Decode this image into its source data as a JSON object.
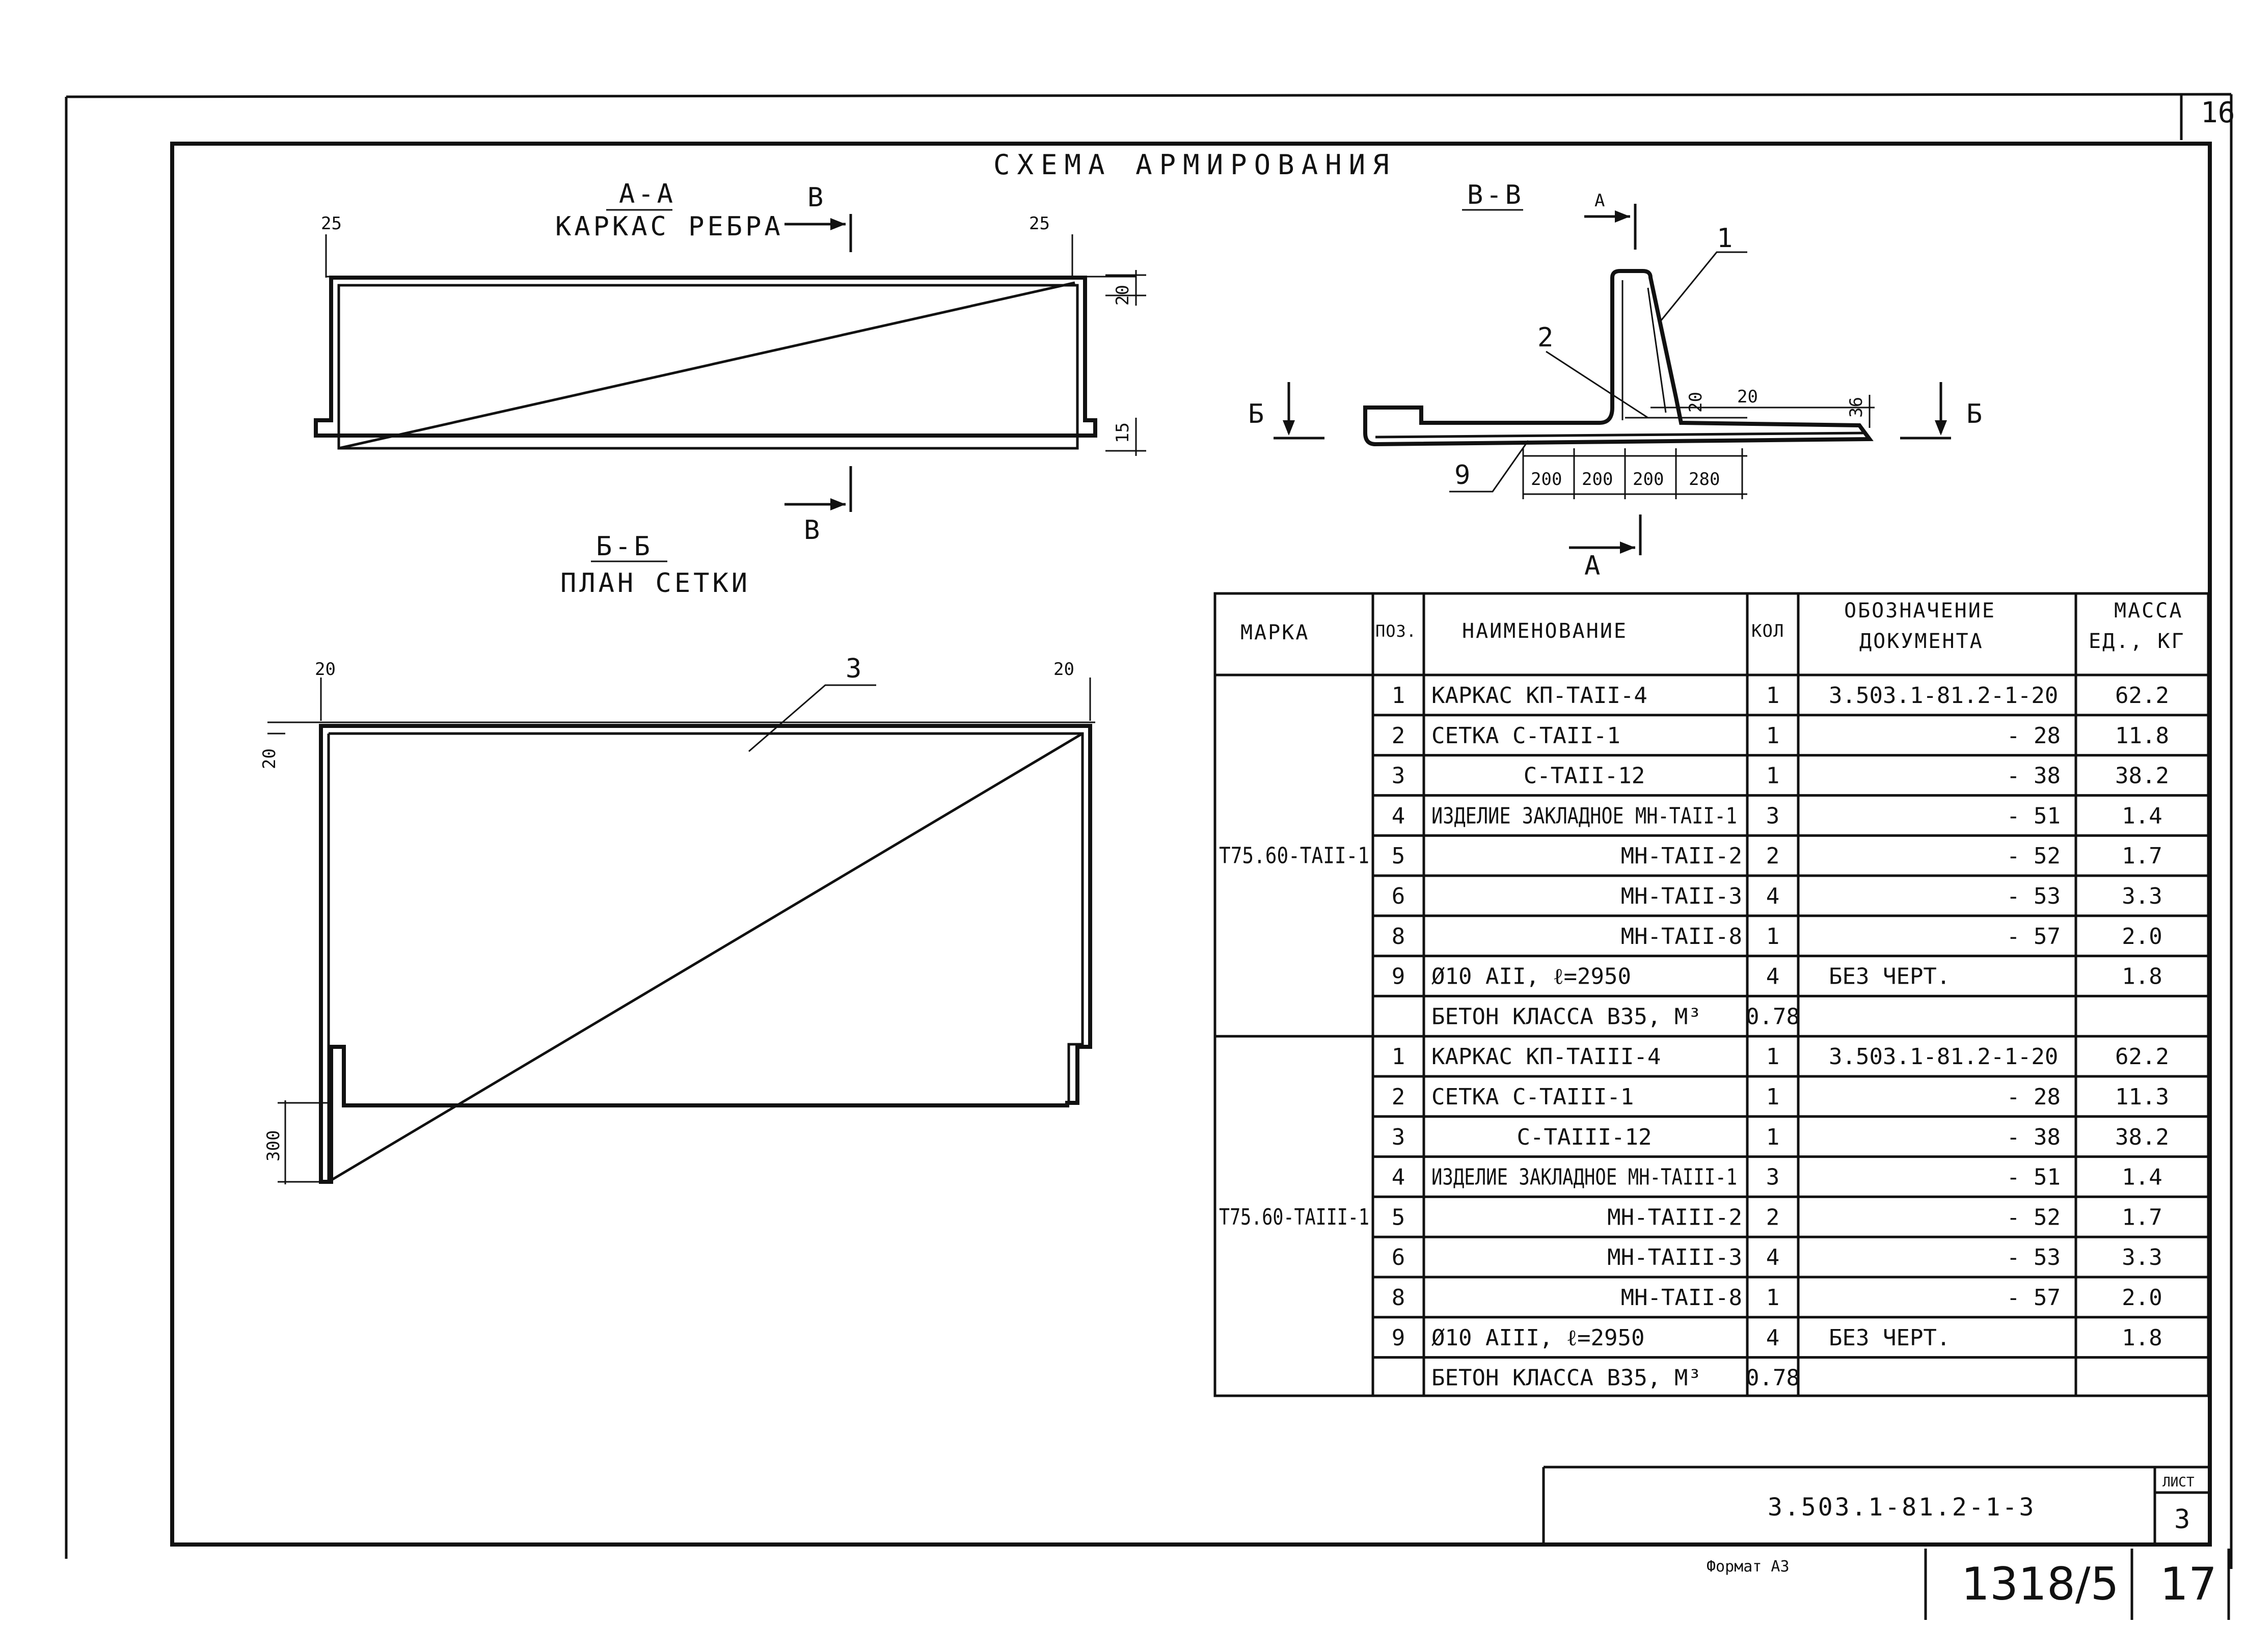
{
  "sheet": {
    "corner_number": "16",
    "title": "СХЕМА АРМИРОВАНИЯ",
    "doc_code": "3.503.1-81.2-1-3",
    "sheet_label": "ЛИСТ",
    "sheet_no": "3",
    "format_note": "Формат А3",
    "archive_no": "1318/5",
    "page_no": "17"
  },
  "section_aa": {
    "label": "А-А",
    "caption": "КАРКАС РЕБРА",
    "cut_letter": "В",
    "dim_left": "25",
    "dim_right": "25",
    "dim_top": "20",
    "dim_bottom": "15"
  },
  "section_bb_plan": {
    "label": "Б-Б",
    "caption": "ПЛАН СЕТКИ",
    "dim_left": "20",
    "dim_right": "20",
    "dim_top": "20",
    "dim_bottom": "300",
    "callout": "3"
  },
  "section_vv": {
    "label": "В-В",
    "cut_letter_a": "А",
    "cut_letter_b": "Б",
    "callout_1": "1",
    "callout_2": "2",
    "callout_9": "9",
    "dim_a": "20",
    "dim_b": "20",
    "dim_c": "36",
    "spacings": [
      "200",
      "200",
      "200",
      "280"
    ]
  },
  "table": {
    "headers": {
      "marka": "МАРКА",
      "pos": "ПОЗ.",
      "name": "НАИМЕНОВАНИЕ",
      "qty": "КОЛ",
      "doc_1": "ОБОЗНАЧЕНИЕ",
      "doc_2": "ДОКУМЕНТА",
      "mass_1": "МАССА",
      "mass_2": "ЕД., КГ"
    },
    "groups": [
      {
        "marka": "Т75.60-ТАII-1",
        "rows": [
          {
            "pos": "1",
            "name": "КАРКАС КП-ТАII-4",
            "qty": "1",
            "doc": "3.503.1-81.2-1-20",
            "mass": "62.2"
          },
          {
            "pos": "2",
            "name": "СЕТКА С-ТАII-1",
            "qty": "1",
            "doc": "- 28",
            "mass": "11.8"
          },
          {
            "pos": "3",
            "name": "С-ТАII-12",
            "qty": "1",
            "doc": "- 38",
            "mass": "38.2"
          },
          {
            "pos": "4",
            "name": "ИЗДЕЛИЕ ЗАКЛАДНОЕ МН-ТАII-1",
            "qty": "3",
            "doc": "- 51",
            "mass": "1.4"
          },
          {
            "pos": "5",
            "name": "МН-ТАII-2",
            "qty": "2",
            "doc": "- 52",
            "mass": "1.7"
          },
          {
            "pos": "6",
            "name": "МН-ТАII-3",
            "qty": "4",
            "doc": "- 53",
            "mass": "3.3"
          },
          {
            "pos": "8",
            "name": "МН-ТАII-8",
            "qty": "1",
            "doc": "- 57",
            "mass": "2.0"
          },
          {
            "pos": "9",
            "name": "Ø10 АII, ℓ=2950",
            "qty": "4",
            "doc": "БЕЗ ЧЕРТ.",
            "mass": "1.8"
          },
          {
            "pos": "",
            "name": "БЕТОН КЛАССА В35, М³",
            "qty": "0.78",
            "doc": "",
            "mass": ""
          }
        ]
      },
      {
        "marka": "Т75.60-ТАIII-1",
        "rows": [
          {
            "pos": "1",
            "name": "КАРКАС КП-ТАIII-4",
            "qty": "1",
            "doc": "3.503.1-81.2-1-20",
            "mass": "62.2"
          },
          {
            "pos": "2",
            "name": "СЕТКА С-ТАIII-1",
            "qty": "1",
            "doc": "- 28",
            "mass": "11.3"
          },
          {
            "pos": "3",
            "name": "С-ТАIII-12",
            "qty": "1",
            "doc": "- 38",
            "mass": "38.2"
          },
          {
            "pos": "4",
            "name": "ИЗДЕЛИЕ ЗАКЛАДНОЕ МН-ТАIII-1",
            "qty": "3",
            "doc": "- 51",
            "mass": "1.4"
          },
          {
            "pos": "5",
            "name": "МН-ТАIII-2",
            "qty": "2",
            "doc": "- 52",
            "mass": "1.7"
          },
          {
            "pos": "6",
            "name": "МН-ТАIII-3",
            "qty": "4",
            "doc": "- 53",
            "mass": "3.3"
          },
          {
            "pos": "8",
            "name": "МН-ТАII-8",
            "qty": "1",
            "doc": "- 57",
            "mass": "2.0"
          },
          {
            "pos": "9",
            "name": "Ø10 АIII, ℓ=2950",
            "qty": "4",
            "doc": "БЕЗ ЧЕРТ.",
            "mass": "1.8"
          },
          {
            "pos": "",
            "name": "БЕТОН КЛАССА В35, М³",
            "qty": "0.78",
            "doc": "",
            "mass": ""
          }
        ]
      }
    ]
  }
}
